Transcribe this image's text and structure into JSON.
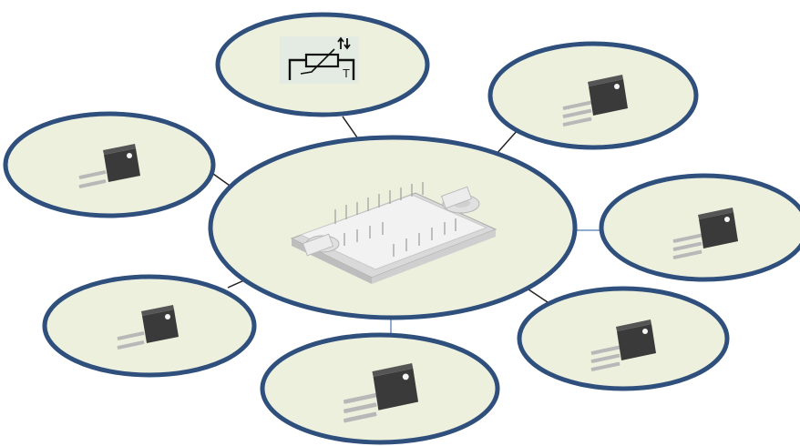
{
  "diagram": {
    "colors": {
      "node_fill": "#eef0de",
      "node_stroke": "#2f4f7d",
      "connector_dark": "#222222",
      "connector_blue": "#6a8fbd",
      "thermistor_bg": "#e3ebe2",
      "module_body": "#f1f1f1",
      "transistor_body": "#3a3a3a",
      "transistor_leg": "#b8b8b8"
    },
    "center_node": {
      "icon": "power-module-icon"
    },
    "thermistor_node": {
      "icon": "ntc-thermistor-icon",
      "symbol_label": "T"
    },
    "satellite_nodes": [
      {
        "id": "top-right",
        "icon": "to247-3pin-transistor-icon",
        "connector": "dark"
      },
      {
        "id": "right",
        "icon": "to247-3pin-transistor-icon",
        "connector": "blue"
      },
      {
        "id": "bottom-right",
        "icon": "to247-3pin-transistor-icon",
        "connector": "dark"
      },
      {
        "id": "bottom",
        "icon": "to247-3pin-transistor-icon",
        "connector": "blue"
      },
      {
        "id": "bottom-left",
        "icon": "to247-2pin-diode-icon",
        "connector": "dark"
      },
      {
        "id": "left",
        "icon": "to247-2pin-diode-icon",
        "connector": "dark"
      }
    ]
  }
}
